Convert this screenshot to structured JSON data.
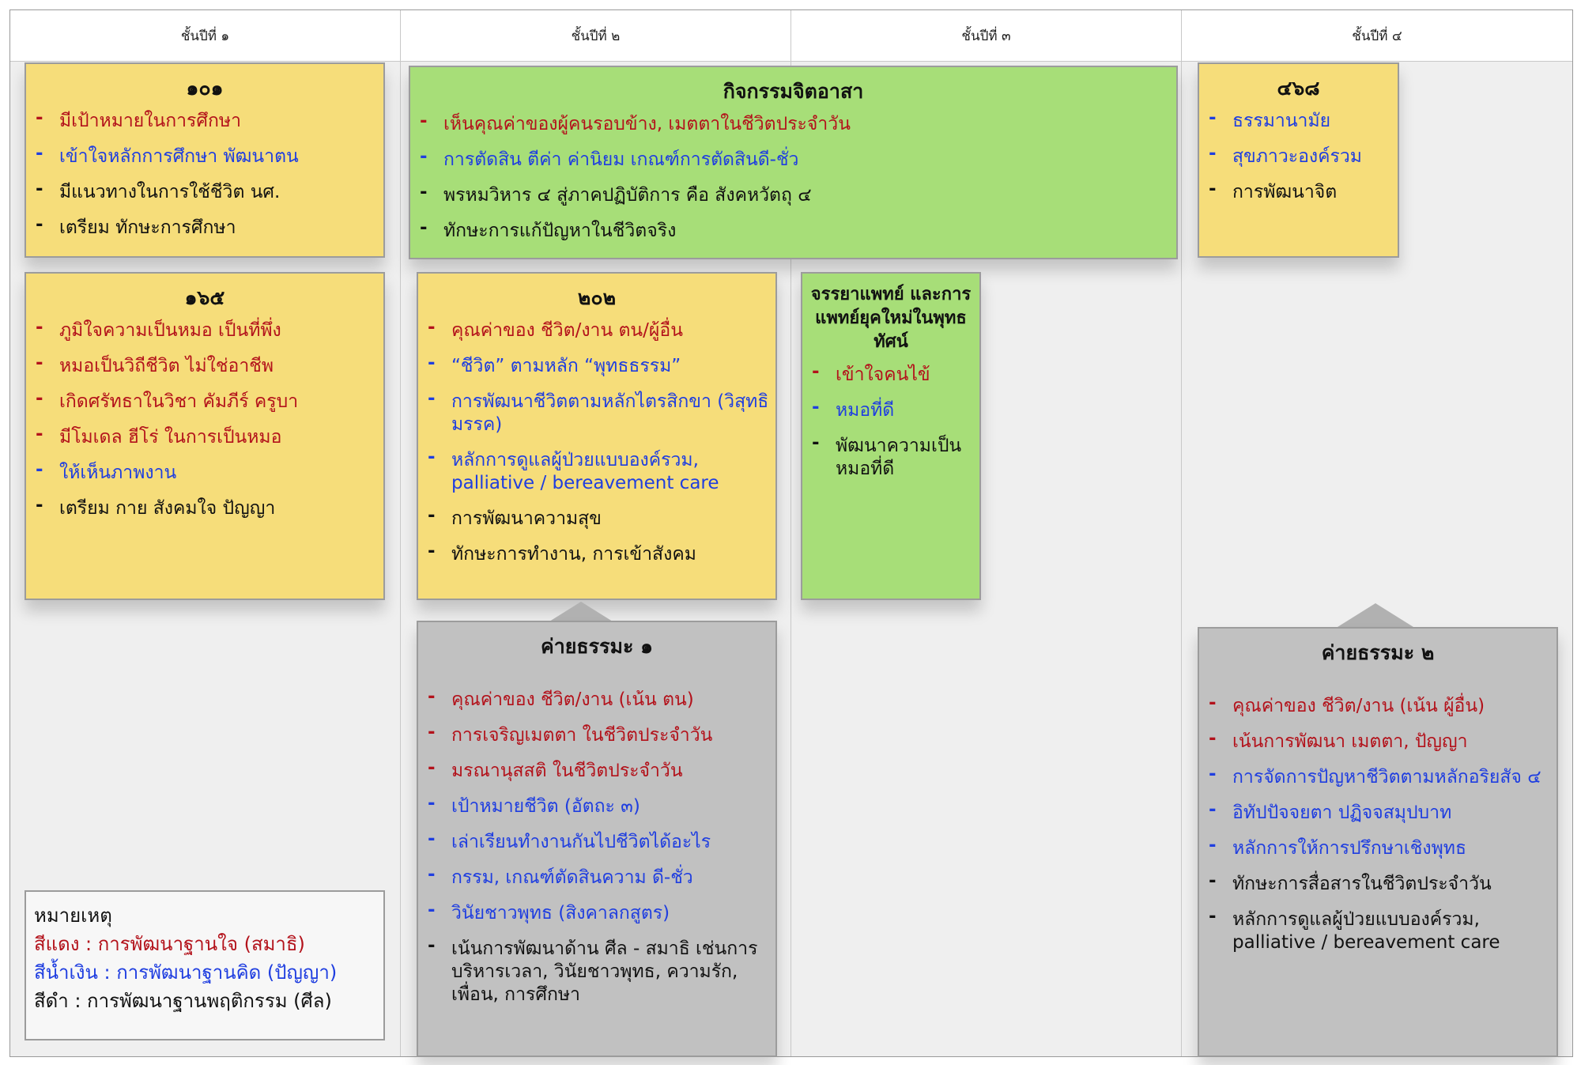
{
  "columns": [
    {
      "label": "ชั้นปีที่ ๑"
    },
    {
      "label": "ชั้นปีที่ ๒"
    },
    {
      "label": "ชั้นปีที่ ๓"
    },
    {
      "label": "ชั้นปีที่ ๔"
    }
  ],
  "colors": {
    "yellow_note": "#f6dd7a",
    "green_note": "#a7de78",
    "grey_note": "#c1c1c1",
    "red_text": "#b3121b",
    "blue_text": "#1f3ee0",
    "black_text": "#111111"
  },
  "notes": {
    "n101": {
      "title": "๑๐๑",
      "items": [
        {
          "text": "มีเป้าหมายในการศึกษา",
          "color": "red"
        },
        {
          "text": "เข้าใจหลักการศึกษา พัฒนาตน",
          "color": "blue"
        },
        {
          "text": "มีแนวทางในการใช้ชีวิต นศ.",
          "color": "black"
        },
        {
          "text": "เตรียม ทักษะการศึกษา",
          "color": "black"
        }
      ]
    },
    "n165": {
      "title": "๑๖๕",
      "items": [
        {
          "text": "ภูมิใจความเป็นหมอ เป็นที่พึ่ง",
          "color": "red"
        },
        {
          "text": "หมอเป็นวิถีชีวิต ไม่ใช่อาชีพ",
          "color": "red"
        },
        {
          "text": "เกิดศรัทธาในวิชา คัมภีร์ ครูบา",
          "color": "red"
        },
        {
          "text": "มีโมเดล ฮีโร่ ในการเป็นหมอ",
          "color": "red"
        },
        {
          "text": "ให้เห็นภาพงาน",
          "color": "blue"
        },
        {
          "text": "เตรียม กาย สังคมใจ ปัญญา",
          "color": "black"
        }
      ]
    },
    "volunteer": {
      "title": "กิจกรรมจิตอาสา",
      "items": [
        {
          "text": "เห็นคุณค่าของผู้คนรอบข้าง, เมตตาในชีวิตประจำวัน",
          "color": "red"
        },
        {
          "text": "การตัดสิน ตีค่า ค่านิยม เกณฑ์การตัดสินดี-ชั่ว",
          "color": "blue"
        },
        {
          "text": "พรหมวิหาร ๔ สู่ภาคปฏิบัติการ คือ สังคหวัตถุ ๔",
          "color": "black"
        },
        {
          "text": "ทักษะการแก้ปัญหาในชีวิตจริง",
          "color": "black"
        }
      ]
    },
    "n202": {
      "title": "๒๐๒",
      "items": [
        {
          "text": "คุณค่าของ ชีวิต/งาน ตน/ผู้อื่น",
          "color": "red"
        },
        {
          "text": "“ชีวิต” ตามหลัก “พุทธธรรม”",
          "color": "blue"
        },
        {
          "text": "การพัฒนาชีวิตตามหลักไตรสิกขา (วิสุทธิมรรค)",
          "color": "blue"
        },
        {
          "text": "หลักการดูแลผู้ป่วยแบบองค์รวม, palliative / bereavement care",
          "color": "blue"
        },
        {
          "text": "การพัฒนาความสุข",
          "color": "black"
        },
        {
          "text": "ทักษะการทำงาน, การเข้าสังคม",
          "color": "black"
        }
      ]
    },
    "ethics": {
      "title": "จรรยาแพทย์ และการแพทย์ยุคใหม่ในพุทธทัศน์",
      "items": [
        {
          "text": "เข้าใจคนไข้",
          "color": "red"
        },
        {
          "text": "หมอที่ดี",
          "color": "blue"
        },
        {
          "text": "พัฒนาความเป็นหมอที่ดี",
          "color": "black"
        }
      ]
    },
    "n468": {
      "title": "๔๖๘",
      "items": [
        {
          "text": "ธรรมานามัย",
          "color": "blue"
        },
        {
          "text": "สุขภาวะองค์รวม",
          "color": "blue"
        },
        {
          "text": "การพัฒนาจิต",
          "color": "black"
        }
      ]
    },
    "camp1": {
      "title": "ค่ายธรรมะ ๑",
      "items": [
        {
          "text": "คุณค่าของ ชีวิต/งาน (เน้น ตน)",
          "color": "red"
        },
        {
          "text": "การเจริญเมตตา ในชีวิตประจำวัน",
          "color": "red"
        },
        {
          "text": "มรณานุสสติ ในชีวิตประจำวัน",
          "color": "red"
        },
        {
          "text": "เป้าหมายชีวิต (อัตถะ ๓)",
          "color": "blue"
        },
        {
          "text": "เล่าเรียนทำงานกันไปชีวิตได้อะไร",
          "color": "blue"
        },
        {
          "text": "กรรม, เกณฑ์ตัดสินความ ดี-ชั่ว",
          "color": "blue"
        },
        {
          "text": "วินัยชาวพุทธ (สิงคาลกสูตร)",
          "color": "blue"
        },
        {
          "text": "เน้นการพัฒนาด้าน ศีล - สมาธิ เช่นการบริหารเวลา, วินัยชาวพุทธ, ความรัก, เพื่อน, การศึกษา",
          "color": "black"
        }
      ]
    },
    "camp2": {
      "title": "ค่ายธรรมะ ๒",
      "items": [
        {
          "text": "คุณค่าของ ชีวิต/งาน (เน้น ผู้อื่น)",
          "color": "red"
        },
        {
          "text": "เน้นการพัฒนา เมตตา, ปัญญา",
          "color": "red"
        },
        {
          "text": "การจัดการปัญหาชีวิตตามหลักอริยสัจ ๔",
          "color": "blue"
        },
        {
          "text": "อิทัปปัจจยตา ปฏิจจสมุปบาท",
          "color": "blue"
        },
        {
          "text": "หลักการให้การปรึกษาเชิงพุทธ",
          "color": "blue"
        },
        {
          "text": "ทักษะการสื่อสารในชีวิตประจำวัน",
          "color": "black"
        },
        {
          "text": "หลักการดูแลผู้ป่วยแบบองค์รวม, palliative / bereavement care",
          "color": "black"
        }
      ]
    }
  },
  "legend": {
    "title": "หมายเหตุ",
    "red_line": "สีแดง : การพัฒนาฐานใจ (สมาธิ)",
    "blue_line": "สีน้ำเงิน : การพัฒนาฐานคิด (ปัญญา)",
    "black_line": "สีดำ : การพัฒนาฐานพฤติกรรม (ศีล)"
  }
}
